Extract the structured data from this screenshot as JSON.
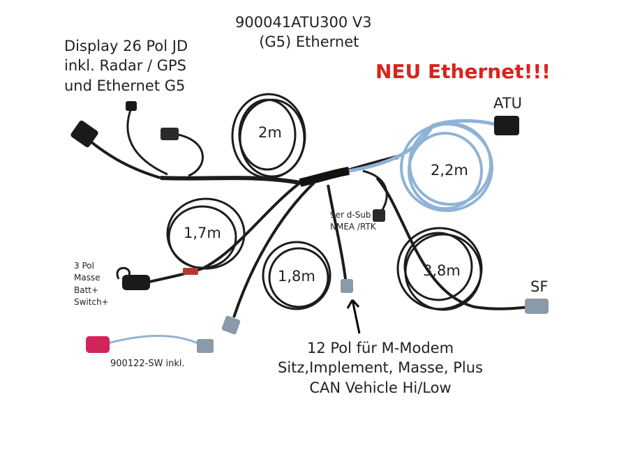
{
  "title": {
    "line1": "900041ATU300 V3",
    "line2": "(G5) Ethernet"
  },
  "display_label": {
    "line1": "Display 26 Pol JD",
    "line2": "inkl. Radar / GPS",
    "line3": "und Ethernet G5"
  },
  "highlight": {
    "text": "NEU Ethernet!!!",
    "color": "#d9231f"
  },
  "atu_label": "ATU",
  "sf_label": "SF",
  "lengths": {
    "coil_top": "2m",
    "coil_blue": "2,2m",
    "coil_left": "1,7m",
    "coil_mid": "1,8m",
    "coil_right": "3,8m"
  },
  "dsub_label": {
    "line1": "9er d-Sub",
    "line2": "NMEA /RTK"
  },
  "pol3_label": {
    "line1": "3 Pol",
    "line2": "Masse",
    "line3": "Batt+",
    "line4": "Switch+"
  },
  "switch_label": "900122-SW inkl.",
  "modem_label": {
    "line1": "12 Pol für M-Modem",
    "line2": "Sitz,Implement, Masse, Plus",
    "line3": "CAN Vehicle Hi/Low"
  },
  "colors": {
    "cable": "#1c1c1c",
    "blue_cable": "#8fb3d6",
    "connector_grey": "#8a9aa8",
    "red_switch": "#d0245a"
  }
}
